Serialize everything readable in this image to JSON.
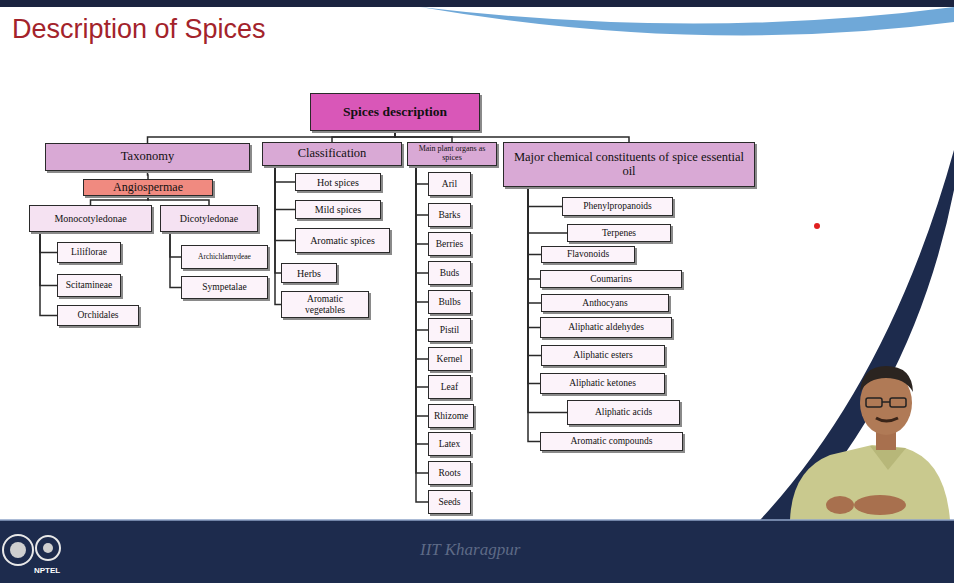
{
  "diagram": {
    "title": "Description of Spices",
    "nodes": [
      {
        "text": [
          "Spices description"
        ]
      },
      {
        "text": [
          "Taxonomy"
        ]
      },
      {
        "text": [
          "Classification"
        ]
      },
      {
        "text": [
          "Main plant organs as spices"
        ]
      },
      {
        "text": [
          "Major chemical constituents of spice essential oil"
        ]
      },
      {
        "text": [
          "Angiospermae"
        ]
      },
      {
        "text": [
          "Monocotyledonae"
        ]
      },
      {
        "text": [
          "Dicotyledonae"
        ]
      },
      {
        "text": [
          "Liliflorae"
        ]
      },
      {
        "text": [
          "Scitamineae"
        ]
      },
      {
        "text": [
          "Orchidales"
        ]
      },
      {
        "text": [
          "Archichlamydeae"
        ]
      },
      {
        "text": [
          "Sympetalae"
        ]
      },
      {
        "text": [
          "Hot spices"
        ]
      },
      {
        "text": [
          "Mild spices"
        ]
      },
      {
        "text": [
          "Aromatic spices"
        ]
      },
      {
        "text": [
          "Herbs"
        ]
      },
      {
        "text": [
          "Aromatic vegetables"
        ]
      },
      {
        "text": [
          "Aril"
        ]
      },
      {
        "text": [
          "Barks"
        ]
      },
      {
        "text": [
          "Berries"
        ]
      },
      {
        "text": [
          "Buds"
        ]
      },
      {
        "text": [
          "Bulbs"
        ]
      },
      {
        "text": [
          "Pistil"
        ]
      },
      {
        "text": [
          "Kernel"
        ]
      },
      {
        "text": [
          "Leaf"
        ]
      },
      {
        "text": [
          "Rhizome"
        ]
      },
      {
        "text": [
          "Latex"
        ]
      },
      {
        "text": [
          "Roots"
        ]
      },
      {
        "text": [
          "Seeds"
        ]
      },
      {
        "text": [
          "Phenylpropanoids"
        ]
      },
      {
        "text": [
          "Terpenes"
        ]
      },
      {
        "text": [
          "Flavonoids"
        ]
      },
      {
        "text": [
          "Coumarins"
        ]
      },
      {
        "text": [
          "Anthocyans"
        ]
      },
      {
        "text": [
          "Aliphatic aldehydes"
        ]
      },
      {
        "text": [
          "Aliphatic esters"
        ]
      },
      {
        "text": [
          "Aliphatic ketones"
        ]
      },
      {
        "text": [
          "Aliphatic acids"
        ]
      },
      {
        "text": [
          "Aromatic compounds"
        ]
      }
    ],
    "edges": [
      {
        "from": 0,
        "to": 1,
        "arrow": "none"
      },
      {
        "from": 0,
        "to": 2,
        "arrow": "none"
      },
      {
        "from": 0,
        "to": 3,
        "arrow": "none"
      },
      {
        "from": 0,
        "to": 4,
        "arrow": "none"
      },
      {
        "from": 1,
        "to": 5,
        "arrow": "none"
      },
      {
        "from": 5,
        "to": 6,
        "arrow": "none"
      },
      {
        "from": 5,
        "to": 7,
        "arrow": "none"
      },
      {
        "from": 6,
        "to": 8,
        "arrow": "none"
      },
      {
        "from": 6,
        "to": 9,
        "arrow": "none"
      },
      {
        "from": 6,
        "to": 10,
        "arrow": "none"
      },
      {
        "from": 7,
        "to": 11,
        "arrow": "none"
      },
      {
        "from": 7,
        "to": 12,
        "arrow": "none"
      },
      {
        "from": 2,
        "to": 13,
        "arrow": "none"
      },
      {
        "from": 2,
        "to": 14,
        "arrow": "none"
      },
      {
        "from": 2,
        "to": 15,
        "arrow": "none"
      },
      {
        "from": 2,
        "to": 16,
        "arrow": "none"
      },
      {
        "from": 2,
        "to": 17,
        "arrow": "none"
      },
      {
        "from": 3,
        "to": 18,
        "arrow": "none"
      },
      {
        "from": 3,
        "to": 19,
        "arrow": "none"
      },
      {
        "from": 3,
        "to": 20,
        "arrow": "none"
      },
      {
        "from": 3,
        "to": 21,
        "arrow": "none"
      },
      {
        "from": 3,
        "to": 22,
        "arrow": "none"
      },
      {
        "from": 3,
        "to": 23,
        "arrow": "none"
      },
      {
        "from": 3,
        "to": 24,
        "arrow": "none"
      },
      {
        "from": 3,
        "to": 25,
        "arrow": "none"
      },
      {
        "from": 3,
        "to": 26,
        "arrow": "none"
      },
      {
        "from": 3,
        "to": 27,
        "arrow": "none"
      },
      {
        "from": 3,
        "to": 28,
        "arrow": "none"
      },
      {
        "from": 3,
        "to": 29,
        "arrow": "none"
      },
      {
        "from": 4,
        "to": 30,
        "arrow": "none"
      },
      {
        "from": 4,
        "to": 31,
        "arrow": "none"
      },
      {
        "from": 4,
        "to": 32,
        "arrow": "none"
      },
      {
        "from": 4,
        "to": 33,
        "arrow": "none"
      },
      {
        "from": 4,
        "to": 34,
        "arrow": "none"
      },
      {
        "from": 4,
        "to": 35,
        "arrow": "none"
      },
      {
        "from": 4,
        "to": 36,
        "arrow": "none"
      },
      {
        "from": 4,
        "to": 37,
        "arrow": "none"
      },
      {
        "from": 4,
        "to": 38,
        "arrow": "none"
      },
      {
        "from": 4,
        "to": 39,
        "arrow": "none"
      }
    ],
    "labels": [
      "IIT Kharagpur",
      "NPTEL"
    ]
  }
}
